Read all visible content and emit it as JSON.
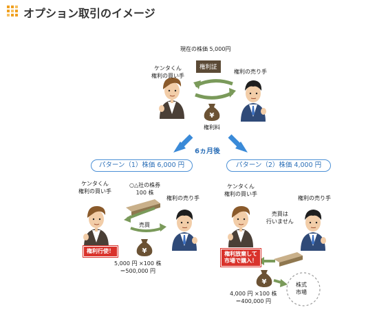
{
  "header": {
    "title": "オプション取引のイメージ"
  },
  "top": {
    "current_price": "現在の株価 5,000円",
    "buyer_name": "ケンタくん",
    "buyer_role": "権利の買い手",
    "seller_role": "権利の売り手",
    "certificate": "権利証",
    "premium": "権利料",
    "yen": "¥"
  },
  "middle": {
    "after": "6ヵ月後"
  },
  "pattern1": {
    "pill": "パターン（1）株価 6,000 円",
    "buyer_name": "ケンタくん",
    "buyer_role": "権利の買い手",
    "seller_role": "権利の売り手",
    "stock_label_1": "○△社の株券",
    "stock_label_2": "100 株",
    "trade": "売買",
    "exercise": "権利行使！",
    "calc_1": "5,000 円 ×100 株",
    "calc_2": "＝500,000 円",
    "yen": "¥"
  },
  "pattern2": {
    "pill": "パターン（2）株価 4,000 円",
    "buyer_name": "ケンタくん",
    "buyer_role": "権利の買い手",
    "seller_role": "権利の売り手",
    "no_trade_1": "売買は",
    "no_trade_2": "行いません",
    "abandon_1": "権利放棄して",
    "abandon_2": "市場で購入！",
    "market_1": "株式",
    "market_2": "市場",
    "calc_1": "4,000 円 ×100 株",
    "calc_2": "＝400,000 円",
    "yen": "¥"
  },
  "colors": {
    "accent_blue": "#4a8fd6",
    "green_arrow": "#7a9a5a",
    "red_badge": "#d9322b",
    "title_icon": "#f0a020"
  }
}
